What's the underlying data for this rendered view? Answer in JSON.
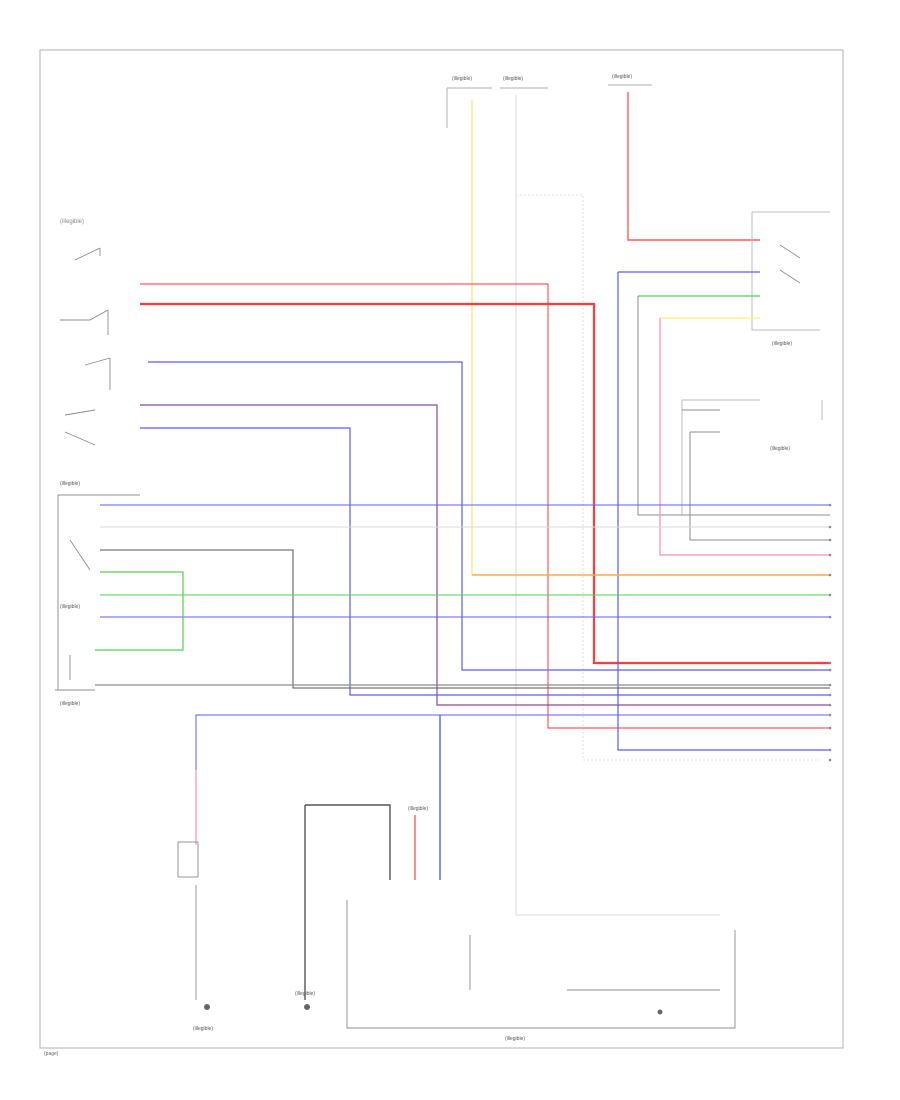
{
  "diagram": {
    "page_label": "(page)",
    "section_title": "(illegible)",
    "captions": {
      "fuse_top_1": "(illegible)",
      "fuse_top_2": "(illegible)",
      "fuse_top_3": "(illegible)",
      "right_switch_block": "(illegible)",
      "right_switch_block_2": "(illegible)",
      "combo_switch": "(illegible)",
      "switch_block_left": "(illegible)",
      "switch_block_left_2": "(illegible)",
      "ground_left": "(illegible)",
      "ground_mid": "(illegible)",
      "bottom_module": "(illegible)",
      "connector_top": "(illegible)"
    }
  },
  "colors": {
    "border": "#bdbdbd",
    "wire_red": "#ff5a5a",
    "wire_pink": "#ff8fb0",
    "wire_yellow": "#f3f07a",
    "wire_blue": "#5b5bff",
    "wire_green": "#4fd04f",
    "wire_orange": "#ffa850",
    "wire_purple": "#8a4a9a",
    "wire_gray": "#8c8c8c",
    "wire_dark": "#555555",
    "wire_light": "#d8d8d8"
  }
}
